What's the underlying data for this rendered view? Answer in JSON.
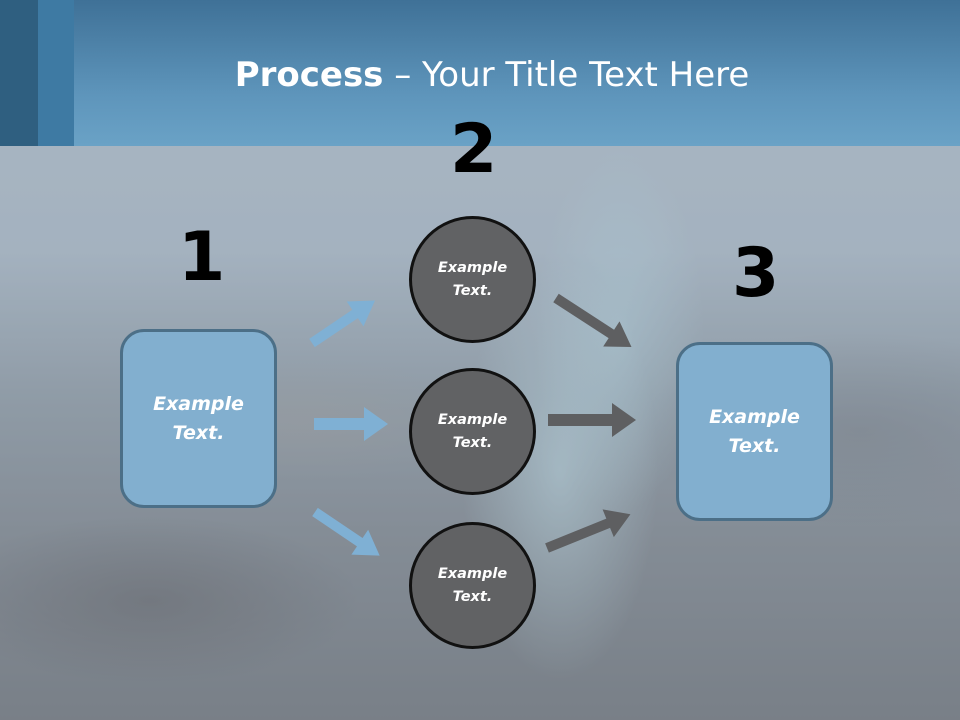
{
  "title": {
    "bold": "Process",
    "rest": " – Your Title Text Here"
  },
  "steps": {
    "one": "1",
    "two": "2",
    "three": "3"
  },
  "left_box": {
    "label": "Example Text."
  },
  "right_box": {
    "label": "Example Text."
  },
  "circles": [
    {
      "label": "Example Text."
    },
    {
      "label": "Example Text."
    },
    {
      "label": "Example Text."
    }
  ],
  "colors": {
    "header": "#5e95bb",
    "box_fill": "#82afcf",
    "box_border": "#4c6f87",
    "circle_fill": "#616264",
    "arrow_blue": "#7fb0d4",
    "arrow_gray": "#5e5f61"
  }
}
